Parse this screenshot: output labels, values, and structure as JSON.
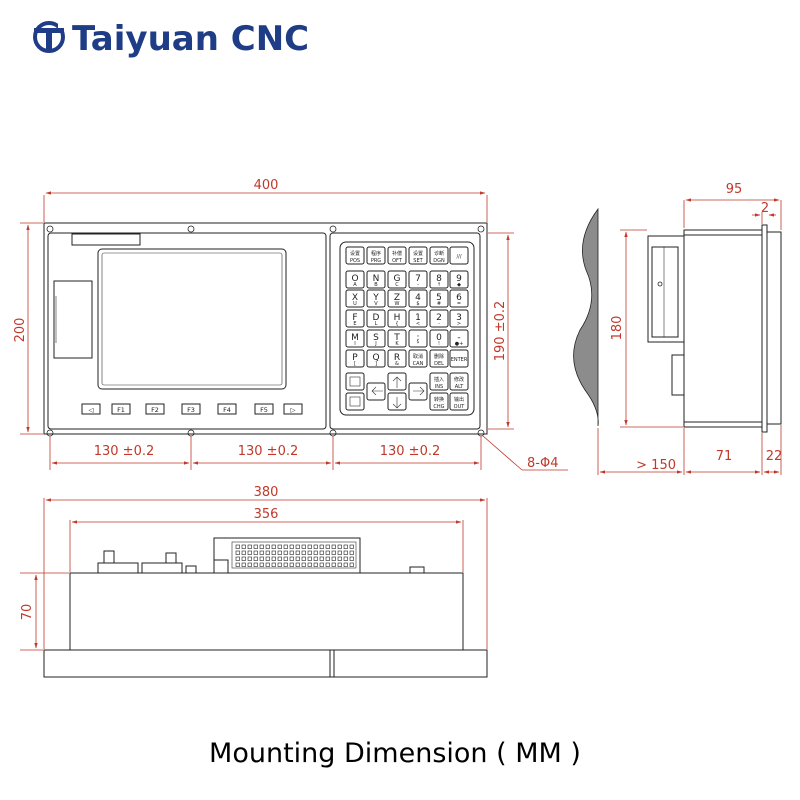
{
  "brand": {
    "name": "Taiyuan CNC",
    "color": "#1f3d86",
    "logo_icon": "taiyuan-cnc-logo-icon"
  },
  "caption": "Mounting Dimension ( MM )",
  "colors": {
    "dimension": "#c0392b",
    "line": "#222222"
  },
  "front_view": {
    "dimensions": {
      "width": "400",
      "height": "200",
      "keypad_height": "190 ±0.2",
      "spacing": [
        "130 ±0.2",
        "130 ±0.2",
        "130 ±0.2"
      ],
      "holes": "8-Φ4"
    },
    "keypad_rows": [
      [
        {
          "main": "设置",
          "sub": "POS"
        },
        {
          "main": "程序",
          "sub": "PRG"
        },
        {
          "main": "补偿",
          "sub": "OFT"
        },
        {
          "main": "设置",
          "sub": "SET"
        },
        {
          "main": "诊断",
          "sub": "DGN"
        },
        {
          "main": "///",
          "sub": ""
        }
      ],
      [
        {
          "main": "O",
          "sub": "A"
        },
        {
          "main": "N",
          "sub": "B"
        },
        {
          "main": "G",
          "sub": "C"
        },
        {
          "main": "7",
          "sub": "-"
        },
        {
          "main": "8",
          "sub": "↑"
        },
        {
          "main": "9",
          "sub": "◆"
        }
      ],
      [
        {
          "main": "X",
          "sub": "U"
        },
        {
          "main": "Y",
          "sub": "V"
        },
        {
          "main": "Z",
          "sub": "W"
        },
        {
          "main": "4",
          "sub": "$"
        },
        {
          "main": "5",
          "sub": "#"
        },
        {
          "main": "6",
          "sub": "="
        }
      ],
      [
        {
          "main": "F",
          "sub": "E"
        },
        {
          "main": "D",
          "sub": "L"
        },
        {
          "main": "H",
          "sub": "{"
        },
        {
          "main": "1",
          "sub": "<"
        },
        {
          "main": "2",
          "sub": "-"
        },
        {
          "main": "3",
          "sub": ">"
        }
      ],
      [
        {
          "main": "M",
          "sub": "I"
        },
        {
          "main": "S",
          "sub": "J"
        },
        {
          "main": "T",
          "sub": "K"
        },
        {
          "main": ";",
          "sub": "*"
        },
        {
          "main": "0",
          "sub": "!"
        },
        {
          "main": "-",
          "sub": "●+"
        }
      ],
      [
        {
          "main": "P",
          "sub": "["
        },
        {
          "main": "Q",
          "sub": "]"
        },
        {
          "main": "R",
          "sub": "&"
        },
        {
          "main": "取消",
          "sub": "CAN"
        },
        {
          "main": "删除",
          "sub": "DEL"
        },
        {
          "main": "ENTER",
          "sub": ""
        }
      ]
    ],
    "nav_keys": {
      "insert": {
        "main": "插入",
        "sub": "INS"
      },
      "alter": {
        "main": "修改",
        "sub": "ALT"
      },
      "change": {
        "main": "转换",
        "sub": "CHG"
      },
      "output": {
        "main": "输出",
        "sub": "OUT"
      }
    },
    "function_keys": [
      "◁",
      "F1",
      "F2",
      "F3",
      "F4",
      "F5",
      "▷"
    ]
  },
  "side_view": {
    "dimensions": {
      "depth": "95",
      "bezel": "2",
      "height": "180",
      "clearance": "> 150",
      "body": "71",
      "front": "22"
    }
  },
  "bottom_view": {
    "dimensions": {
      "width": "380",
      "inner": "356",
      "height": "70"
    }
  }
}
